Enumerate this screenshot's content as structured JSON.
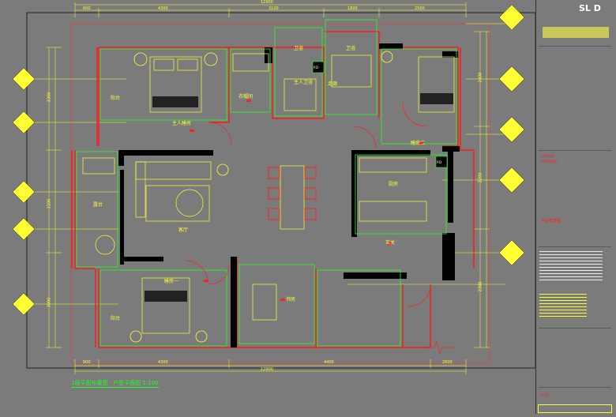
{
  "drawing": {
    "caption": "1层平面布置图 · 户型平面图 1:100",
    "brand_logo": "SL D",
    "rooms": [
      {
        "id": "master-bedroom",
        "label": "主人睡房"
      },
      {
        "id": "master-bath",
        "label": "主人卫浴"
      },
      {
        "id": "cloakroom",
        "label": "衣帽间"
      },
      {
        "id": "bath-left",
        "label": "卫浴"
      },
      {
        "id": "bath-right",
        "label": "卫浴"
      },
      {
        "id": "corridor",
        "label": "走廊"
      },
      {
        "id": "bedroom-two",
        "label": "睡房二"
      },
      {
        "id": "balcony-left",
        "label": "阳台"
      },
      {
        "id": "balcony-lower",
        "label": "阳台"
      },
      {
        "id": "living-room",
        "label": "客厅"
      },
      {
        "id": "kitchen",
        "label": "厨房"
      },
      {
        "id": "entrance",
        "label": "玄关"
      },
      {
        "id": "bedroom-one",
        "label": "睡房一"
      },
      {
        "id": "study",
        "label": "书房"
      },
      {
        "id": "terrace",
        "label": "露台"
      }
    ],
    "tags": {
      "pd1": "P.D",
      "pd2": "P.D"
    },
    "dims_top": [
      "600",
      "4300",
      "3100",
      "1800",
      "2500"
    ],
    "dims_top_total": "12900",
    "dims_bottom": [
      "900",
      "4300",
      "4400",
      "2600"
    ],
    "dims_bottom_total": "12900",
    "dims_left": [
      "3300",
      "3100",
      "3000"
    ],
    "dims_right": [
      "2400",
      "2200",
      "2300"
    ]
  },
  "title_block": {
    "logo": "SL D",
    "project_lines": [
      "项目名称",
      "户型平面图"
    ],
    "sheet_title": "平面布置图",
    "sheet_no": "P-01"
  },
  "colors": {
    "background": "#7b7b7b",
    "wall": "#ff1a1a",
    "green": "#22ff22",
    "yellow": "#ffff33",
    "black": "#000000",
    "white": "#ffffff"
  }
}
